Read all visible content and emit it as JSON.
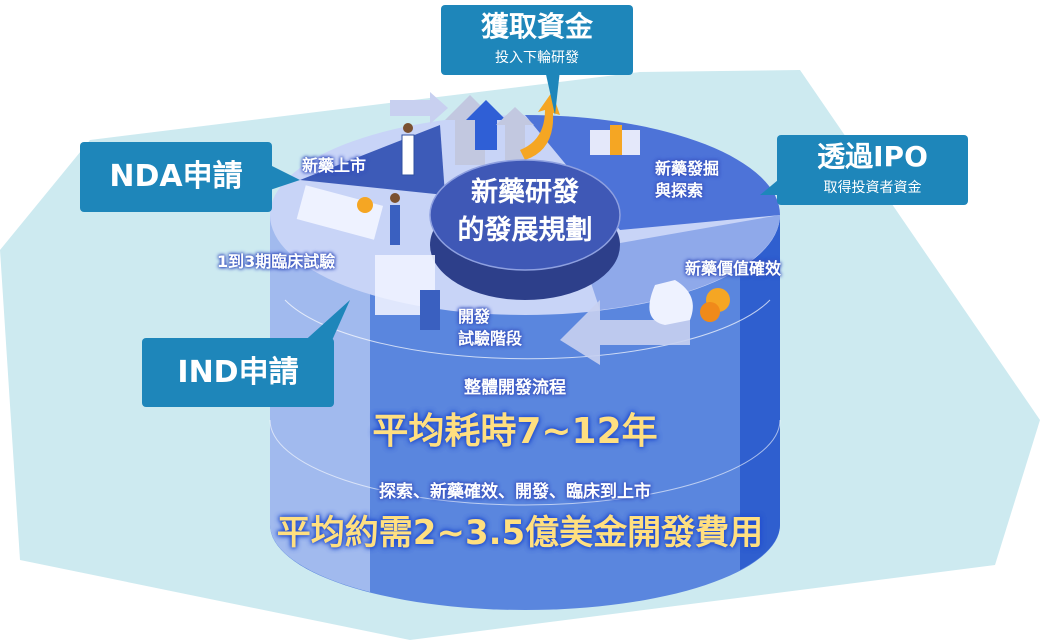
{
  "center_title": [
    "新藥研發",
    "的發展規劃"
  ],
  "callouts": {
    "funding": {
      "main": "獲取資金",
      "sub": "投入下輪研發"
    },
    "nda": {
      "main": "NDA申請"
    },
    "ipo": {
      "main": "透過IPO",
      "sub": "取得投資者資金"
    },
    "ind": {
      "main": "IND申請"
    }
  },
  "stages": {
    "launch": "新藥上市",
    "discovery": [
      "新藥發掘",
      "與探索"
    ],
    "clinical": "1到3期臨床試驗",
    "validation": "新藥價值確效",
    "development": [
      "開發",
      "試驗階段"
    ]
  },
  "summary": {
    "time_label": "整體開發流程",
    "time_value": "平均耗時7~12年",
    "cost_label": "探索、新藥確效、開發、臨床到上市",
    "cost_value": "平均約需2~3.5億美金開發費用"
  },
  "colors": {
    "callout": "#1e86ba",
    "background_shape": "#cdeaf0",
    "cylinder": "#3f6fd6",
    "center": "#3a55b0",
    "highlight": "#ffdf80"
  }
}
